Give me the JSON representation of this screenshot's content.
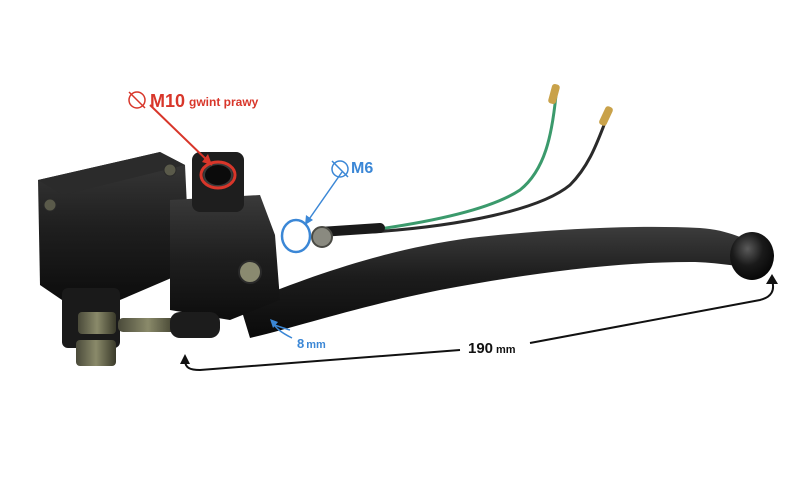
{
  "annotations": {
    "m10": {
      "size": "M10",
      "note": "gwint prawy",
      "color": "#d8362a"
    },
    "m6": {
      "size": "M6",
      "color": "#3b87d6"
    },
    "lever_width": {
      "value": "8",
      "unit": "mm",
      "color": "#3b87d6"
    },
    "lever_length": {
      "value": "190",
      "unit": "mm",
      "color": "#111111"
    }
  },
  "colors": {
    "body": "#1b1b1b",
    "wire_green": "#3b9a6c",
    "wire_black": "#2a2a2a",
    "brass": "#c9a24a"
  }
}
